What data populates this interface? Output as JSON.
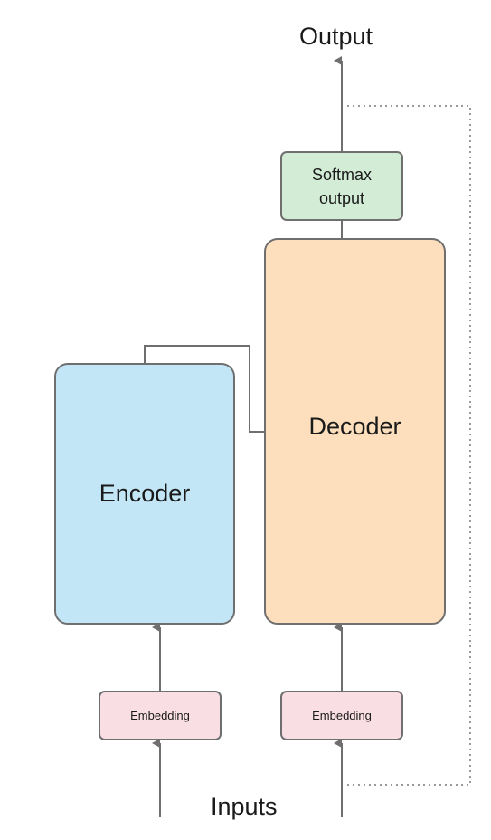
{
  "diagram": {
    "output_label": "Output",
    "inputs_label": "Inputs",
    "softmax": {
      "line1": "Softmax",
      "line2": "output"
    },
    "decoder_label": "Decoder",
    "encoder_label": "Encoder",
    "embedding_encoder_label": "Embedding",
    "embedding_decoder_label": "Embedding"
  },
  "colors": {
    "encoder_fill": "#c2e6f6",
    "decoder_fill": "#fddfbd",
    "softmax_fill": "#d3ecd6",
    "embedding_fill": "#f9dfe3",
    "stroke": "#6f6f6f"
  }
}
